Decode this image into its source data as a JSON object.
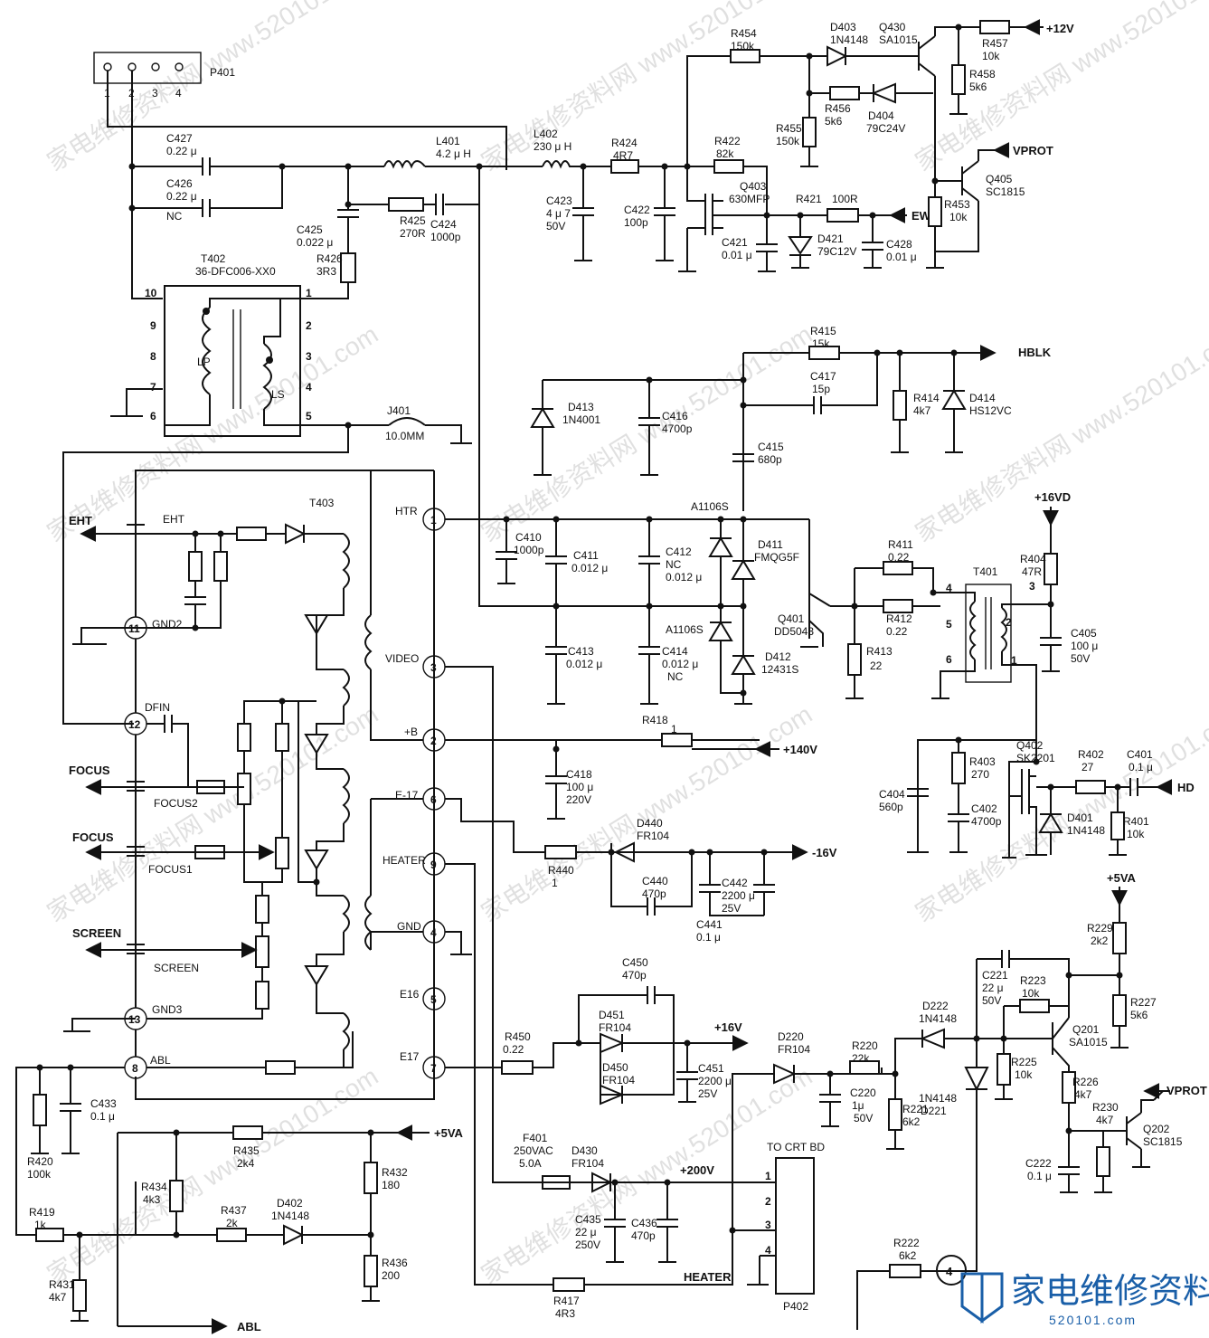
{
  "page": {
    "marker": "4"
  },
  "logo": {
    "text": "家电维修资料网",
    "sub": "520101.com"
  },
  "watermark": {
    "text": "家电维修资料网 www.520101.com"
  },
  "connectors": {
    "p401": {
      "name": "P401",
      "pins": [
        "1",
        "2",
        "3",
        "4"
      ]
    },
    "p402": {
      "name": "P402",
      "title": "TO CRT BD",
      "pins": [
        "1",
        "2",
        "3",
        "4"
      ]
    }
  },
  "transformers": {
    "t402": {
      "name": "T402",
      "part": "36-DFC006-XX0",
      "lp": "LP",
      "ls": "LS",
      "pins": [
        "10",
        "9",
        "8",
        "7",
        "6",
        "1",
        "2",
        "3",
        "4",
        "5"
      ]
    },
    "t403": {
      "name": "T403"
    },
    "t401": {
      "name": "T401",
      "pins": [
        "4",
        "3",
        "5",
        "2",
        "6",
        "1"
      ]
    }
  },
  "fbt_pins": [
    {
      "num": "1",
      "label": "HTR"
    },
    {
      "num": "3",
      "label": "VIDEO"
    },
    {
      "num": "2",
      "label": "+B"
    },
    {
      "num": "6",
      "label": "E-17"
    },
    {
      "num": "9",
      "label": "HEATER"
    },
    {
      "num": "4",
      "label": "GND"
    },
    {
      "num": "5",
      "label": "E16"
    },
    {
      "num": "7",
      "label": "E17"
    },
    {
      "num": "11",
      "label": "GND2"
    },
    {
      "num": "12",
      "label": "DFIN"
    },
    {
      "num": "13",
      "label": "GND3"
    },
    {
      "num": "8",
      "label": "ABL"
    }
  ],
  "left_outputs": {
    "eht": "EHT",
    "eht_in": "EHT",
    "focus": "FOCUS",
    "focus2": "FOCUS2",
    "focus_b": "FOCUS",
    "focus1": "FOCUS1",
    "screen": "SCREEN",
    "screen_in": "SCREEN",
    "abl": "ABL"
  },
  "nets": {
    "p12v": "+12V",
    "vprot": "VPROT",
    "ew": "EW",
    "hblk": "HBLK",
    "p16vd": "+16VD",
    "p140v": "+140V",
    "n16v": "-16V",
    "p16v": "+16V",
    "p200v": "+200V",
    "hd": "HD",
    "p5va": "+5VA",
    "heater": "HEATER"
  },
  "components": {
    "r454": [
      "R454",
      "150k"
    ],
    "d403": [
      "D403",
      "1N4148"
    ],
    "q430": [
      "Q430",
      "SA1015"
    ],
    "r457": [
      "R457",
      "10k"
    ],
    "r458": [
      "R458",
      "5k6"
    ],
    "r456": [
      "R456",
      "5k6"
    ],
    "d404": [
      "D404",
      "79C24V"
    ],
    "r455": [
      "R455",
      "150k"
    ],
    "q405": [
      "Q405",
      "SC1815"
    ],
    "r453": [
      "R453",
      "10k"
    ],
    "c427": [
      "C427",
      "0.22 μ"
    ],
    "c426": [
      "C426",
      "0.22 μ"
    ],
    "c426nc": "NC",
    "l401": [
      "L401",
      "4.2 μ H"
    ],
    "l402": [
      "L402",
      "230 μ H"
    ],
    "r424": [
      "R424",
      "4R7"
    ],
    "r422": [
      "R422",
      "82k"
    ],
    "q403": [
      "Q403",
      "630MFP"
    ],
    "r421": [
      "R421",
      "100R"
    ],
    "c423": [
      "C423",
      "4 μ 7",
      "50V"
    ],
    "c422": [
      "C422",
      "100p"
    ],
    "c421": [
      "C421",
      "0.01 μ"
    ],
    "d421": [
      "D421",
      "79C12V"
    ],
    "c428": [
      "C428",
      "0.01 μ"
    ],
    "c425": [
      "C425",
      "0.022 μ"
    ],
    "r425": [
      "R425",
      "270R"
    ],
    "c424": [
      "C424",
      "1000p"
    ],
    "r426": [
      "R426",
      "3R3"
    ],
    "j401": [
      "J401",
      "10.0MM"
    ],
    "r415": [
      "R415",
      "15k"
    ],
    "c417": [
      "C417",
      "15p"
    ],
    "r414": [
      "R414",
      "4k7"
    ],
    "d414": [
      "D414",
      "HS12VC"
    ],
    "d413": [
      "D413",
      "1N4001"
    ],
    "c416": [
      "C416",
      "4700p"
    ],
    "c415": [
      "C415",
      "680p"
    ],
    "c410": [
      "C410",
      "1000p"
    ],
    "c411": [
      "C411",
      "0.012 μ"
    ],
    "c412": [
      "C412",
      "NC",
      "0.012 μ"
    ],
    "a1106s_1": "A1106S",
    "d411": [
      "D411",
      "FMQG5F"
    ],
    "c413": [
      "C413",
      "0.012 μ"
    ],
    "c414": [
      "C414",
      "0.012 μ",
      "NC"
    ],
    "a1106s_2": "A1106S",
    "d412": [
      "D412",
      "12431S"
    ],
    "q401": [
      "Q401",
      "DD5043"
    ],
    "r411": [
      "R411",
      "0.22"
    ],
    "r412": [
      "R412",
      "0.22"
    ],
    "r413": [
      "R413",
      "22"
    ],
    "r404": [
      "R404",
      "47R"
    ],
    "c405": [
      "C405",
      "100 μ",
      "50V"
    ],
    "r418": [
      "R418",
      "1"
    ],
    "c418": [
      "C418",
      "100 μ",
      "220V"
    ],
    "c404": [
      "C404",
      "560p"
    ],
    "r403": [
      "R403",
      "270"
    ],
    "c402": [
      "C402",
      "4700p"
    ],
    "q402": [
      "Q402",
      "SK2201"
    ],
    "r402": [
      "R402",
      "27"
    ],
    "c401": [
      "C401",
      "0.1 μ"
    ],
    "d401": [
      "D401",
      "1N4148"
    ],
    "r401": [
      "R401",
      "10k"
    ],
    "d440": [
      "D440",
      "FR104"
    ],
    "r440": [
      "R440",
      "1"
    ],
    "c440": [
      "C440",
      "470p"
    ],
    "c442": [
      "C442",
      "2200 μ",
      "25V"
    ],
    "c441": [
      "C441",
      "0.1 μ"
    ],
    "c450": [
      "C450",
      "470p"
    ],
    "d451": [
      "D451",
      "FR104"
    ],
    "d450": [
      "D450",
      "FR104"
    ],
    "r450": [
      "R450",
      "0.22"
    ],
    "c451": [
      "C451",
      "2200 μ",
      "25V"
    ],
    "d220": [
      "D220",
      "FR104"
    ],
    "r220": [
      "R220",
      "22k"
    ],
    "c220": [
      "C220",
      "1μ",
      "50V"
    ],
    "r221": [
      "R221",
      "6k2"
    ],
    "d222": [
      "D222",
      "1N4148"
    ],
    "d221": [
      "1N4148",
      "D221"
    ],
    "c221": [
      "C221",
      "22 μ",
      "50V"
    ],
    "r223": [
      "R223",
      "10k"
    ],
    "r225": [
      "R225",
      "10k"
    ],
    "q201": [
      "Q201",
      "SA1015"
    ],
    "r229": [
      "R229",
      "2k2"
    ],
    "r227": [
      "R227",
      "5k6"
    ],
    "r226": [
      "R226",
      "4k7"
    ],
    "r230": [
      "R230",
      "4k7"
    ],
    "q202": [
      "Q202",
      "SC1815"
    ],
    "c222": [
      "C222",
      "0.1 μ"
    ],
    "r222": [
      "R222",
      "6k2"
    ],
    "c433": [
      "C433",
      "0.1 μ"
    ],
    "r420": [
      "R420",
      "100k"
    ],
    "r435": [
      "R435",
      "2k4"
    ],
    "r432": [
      "R432",
      "180"
    ],
    "r434": [
      "R434",
      "4k3"
    ],
    "r437": [
      "R437",
      "2k"
    ],
    "d402": [
      "D402",
      "1N4148"
    ],
    "r419": [
      "R419",
      "1k"
    ],
    "r436": [
      "R436",
      "200"
    ],
    "r431": [
      "R431",
      "4k7"
    ],
    "f401": [
      "F401",
      "250VAC",
      "5.0A"
    ],
    "d430": [
      "D430",
      "FR104"
    ],
    "c435": [
      "C435",
      "22 μ",
      "250V"
    ],
    "c436": [
      "C436",
      "470p"
    ],
    "r417": [
      "R417",
      "4R3"
    ]
  }
}
